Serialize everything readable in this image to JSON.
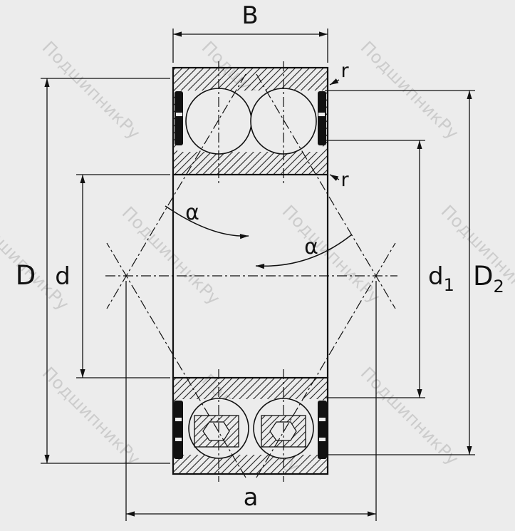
{
  "colors": {
    "background": "#ececec",
    "line": "#111111",
    "watermark": "#c7c7c7"
  },
  "watermark": {
    "text": "ПодшипникРу"
  },
  "dimensions": {
    "B": {
      "label": "B"
    },
    "r_top": {
      "label": "r"
    },
    "r_bottom": {
      "label": "r"
    },
    "D": {
      "label": "D"
    },
    "d": {
      "label": "d"
    },
    "d1": {
      "label": "d",
      "subscript": "1"
    },
    "D2": {
      "label": "D",
      "subscript": "2"
    },
    "a": {
      "label": "a"
    },
    "alpha_left": {
      "label": "α"
    },
    "alpha_right": {
      "label": "α"
    }
  }
}
